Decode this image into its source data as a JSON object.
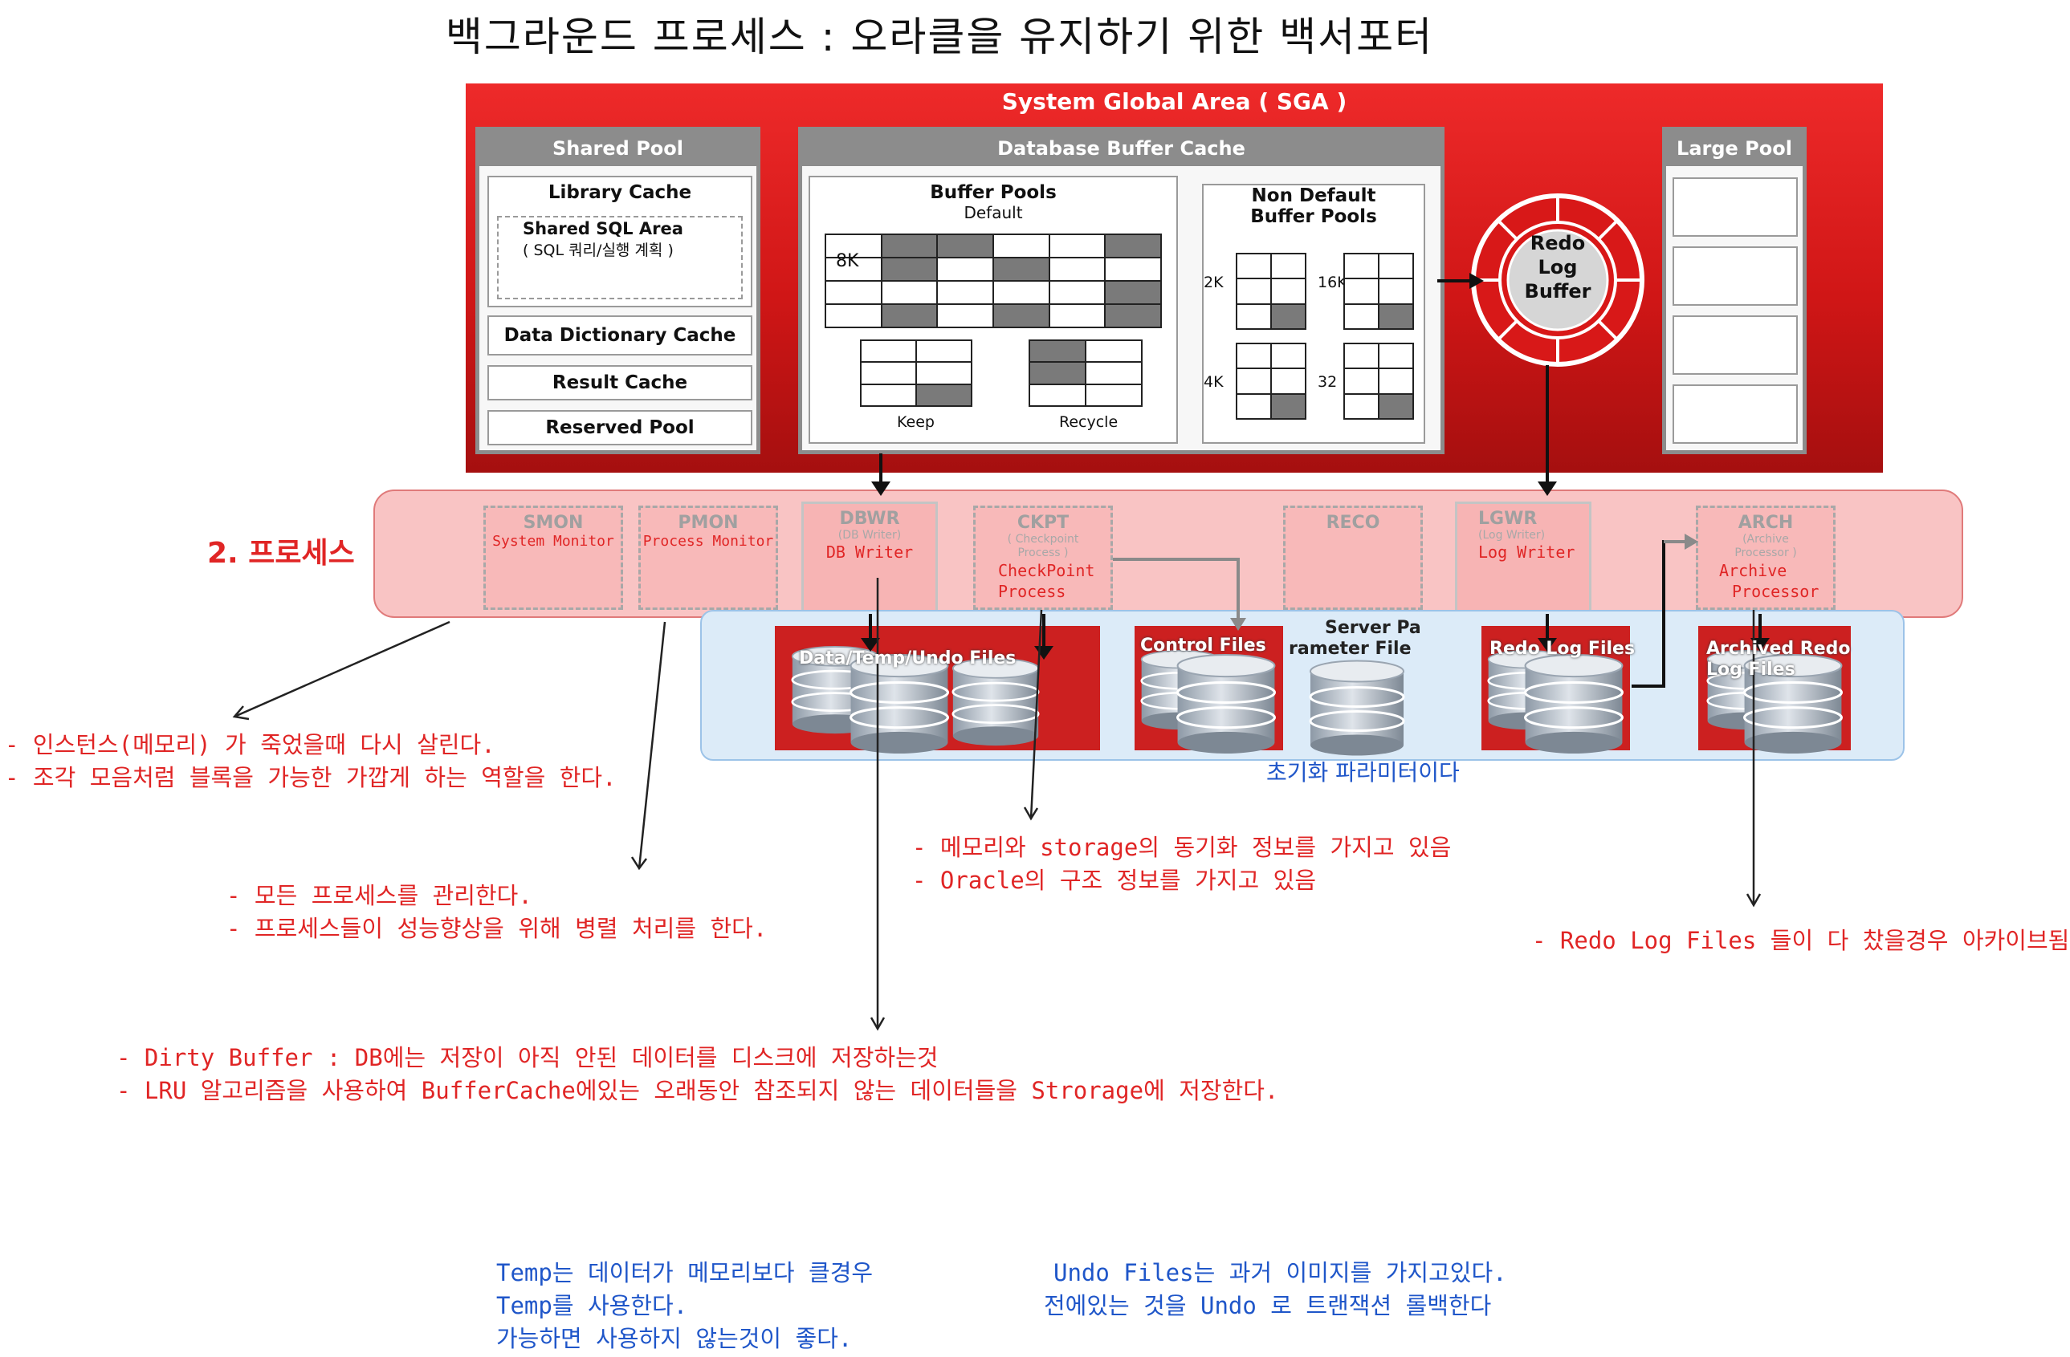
{
  "title": "백그라운드 프로세스 : 오라클을 유지하기 위한 백서포터",
  "sga": {
    "title": "System Global Area ( SGA )",
    "shared_pool": {
      "title": "Shared Pool",
      "library_cache": "Library Cache",
      "shared_sql_area": "Shared SQL Area",
      "shared_sql_area_sub": "( SQL 쿼리/실행 계획 )",
      "data_dictionary_cache": "Data Dictionary Cache",
      "result_cache": "Result Cache",
      "reserved_pool": "Reserved Pool"
    },
    "buffer_cache": {
      "title": "Database Buffer Cache",
      "buffer_pools": "Buffer Pools",
      "default": "Default",
      "block_8k": "8K",
      "keep": "Keep",
      "recycle": "Recycle",
      "non_default_line1": "Non Default",
      "non_default_line2": "Buffer Pools",
      "size_2k": "2K",
      "size_16k": "16K",
      "size_4k": "4K",
      "size_32k": "32 K"
    },
    "redo_log_buffer": {
      "line1": "Redo",
      "line2": "Log",
      "line3": "Buffer"
    },
    "large_pool": {
      "title": "Large Pool"
    }
  },
  "process_band_label": "2. 프로세스",
  "processes": {
    "smon": {
      "name": "SMON",
      "desc": "System Monitor"
    },
    "pmon": {
      "name": "PMON",
      "desc": "Process Monitor"
    },
    "dbwr": {
      "name": "DBWR",
      "sub": "(DB Writer)",
      "desc": "DB Writer"
    },
    "ckpt": {
      "name": "CKPT",
      "sub1": "( Checkpoint",
      "sub2": "Process )",
      "desc1": "CheckPoint",
      "desc2": "Process"
    },
    "reco": {
      "name": "RECO"
    },
    "lgwr": {
      "name": "LGWR",
      "sub": "(Log Writer)",
      "desc": "Log Writer"
    },
    "arch": {
      "name": "ARCH",
      "sub1": "(Archive",
      "sub2": "Processor )",
      "desc1": "Archive",
      "desc2": "Processor"
    }
  },
  "files": {
    "data_files": "Data/Temp/Undo Files",
    "control_files": "Control Files",
    "server_param_line1": "Server  Pa",
    "server_param_line2": "rameter File",
    "redo_log_files": "Redo Log Files",
    "archived_line1": "Archived Redo",
    "archived_line2": "Log Files",
    "note": "초기화 파라미터이다"
  },
  "notes": {
    "smon": [
      "- 인스턴스(메모리) 가 죽었을때 다시 살린다.",
      "- 조각 모음처럼 블록을 가능한 가깝게 하는 역할을 한다."
    ],
    "pmon": [
      "- 모든 프로세스를 관리한다.",
      "- 프로세스들이 성능향상을 위해 병렬 처리를 한다."
    ],
    "ckpt": [
      "- 메모리와 storage의 동기화 정보를 가지고 있음",
      "- Oracle의 구조 정보를 가지고 있음"
    ],
    "arch": [
      "- Redo Log Files 들이 다 찼을경우 아카이브됨"
    ],
    "dbwr": [
      "- Dirty Buffer : DB에는 저장이 아직 안된 데이터를 디스크에 저장하는것",
      "- LRU 알고리즘을 사용하여 BufferCache에있는 오래동안 참조되지 않는 데이터들을 Strorage에 저장한다."
    ],
    "temp": [
      "Temp는 데이터가 메모리보다 클경우",
      "Temp를 사용한다.",
      "가능하면 사용하지 않는것이 좋다."
    ],
    "undo": [
      "Undo Files는 과거 이미지를 가지고있다.",
      "전에있는 것을 Undo 로 트랜잭션 롤백한다"
    ]
  },
  "colors": {
    "sga_red": "#d01616",
    "note_red": "#e02525",
    "note_blue": "#1f56c9",
    "band_pink": "#f9c4c4",
    "files_blue": "#dcebf8"
  }
}
